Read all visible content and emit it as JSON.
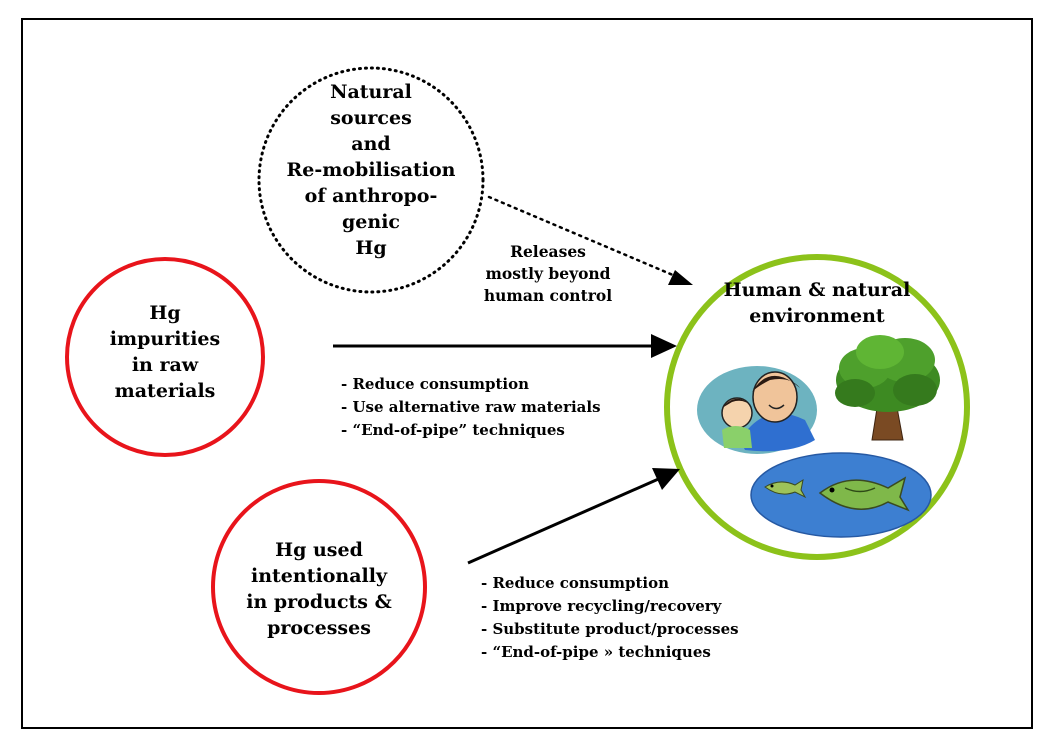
{
  "nodes": {
    "natural": {
      "lines": [
        "Natural",
        "sources",
        "and",
        "Re-mobilisation",
        "of anthropo-",
        "genic",
        "Hg"
      ]
    },
    "impurities": {
      "lines": [
        "Hg",
        "impurities",
        "in raw",
        "materials"
      ]
    },
    "intentional": {
      "lines": [
        "Hg used",
        "intentionally",
        "in products &",
        "processes"
      ]
    },
    "environment": {
      "lines": [
        "Human & natural",
        "environment"
      ]
    }
  },
  "edges": {
    "natural_label": {
      "lines": [
        "Releases",
        "mostly beyond",
        "human control"
      ]
    },
    "impurities_measures": [
      "- Reduce consumption",
      "- Use alternative raw materials",
      "- “End-of-pipe” techniques"
    ],
    "intentional_measures": [
      "- Reduce consumption",
      "- Improve recycling/recovery",
      "- Substitute product/processes",
      "- “End-of-pipe » techniques"
    ]
  },
  "colors": {
    "source_circle": "#e8141b",
    "environment_circle": "#8cc21a",
    "natural_circle": "#000000",
    "arrow": "#000000"
  },
  "icons": [
    "parent-child-clipart-icon",
    "tree-clipart-icon",
    "fish-pond-clipart-icon"
  ]
}
